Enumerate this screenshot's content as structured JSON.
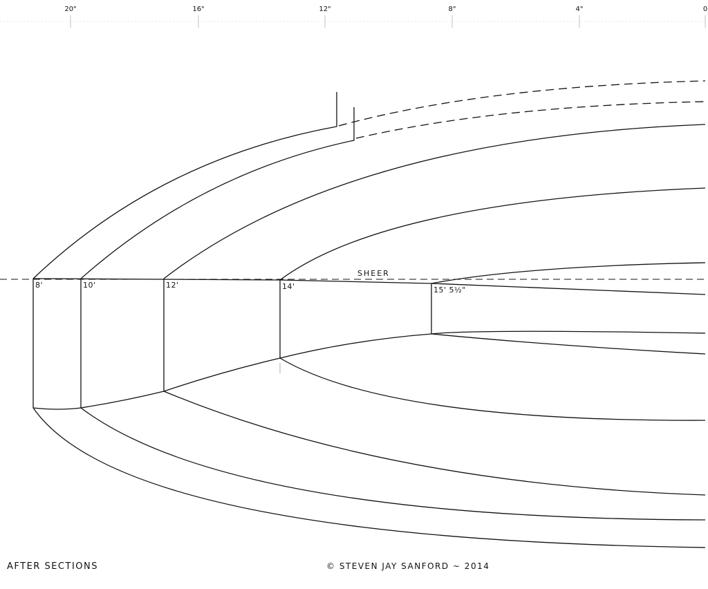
{
  "scale_labels": [
    "20\"",
    "16\"",
    "12\"",
    "8\"",
    "4\"",
    "0"
  ],
  "section_labels": [
    "8'",
    "10'",
    "12'",
    "14'",
    "15' 5½\""
  ],
  "sheer_label": "SHEER",
  "title": "AFTER SECTIONS",
  "copyright": "© STEVEN JAY SANFORD ~ 2014",
  "line_color": "#111111"
}
